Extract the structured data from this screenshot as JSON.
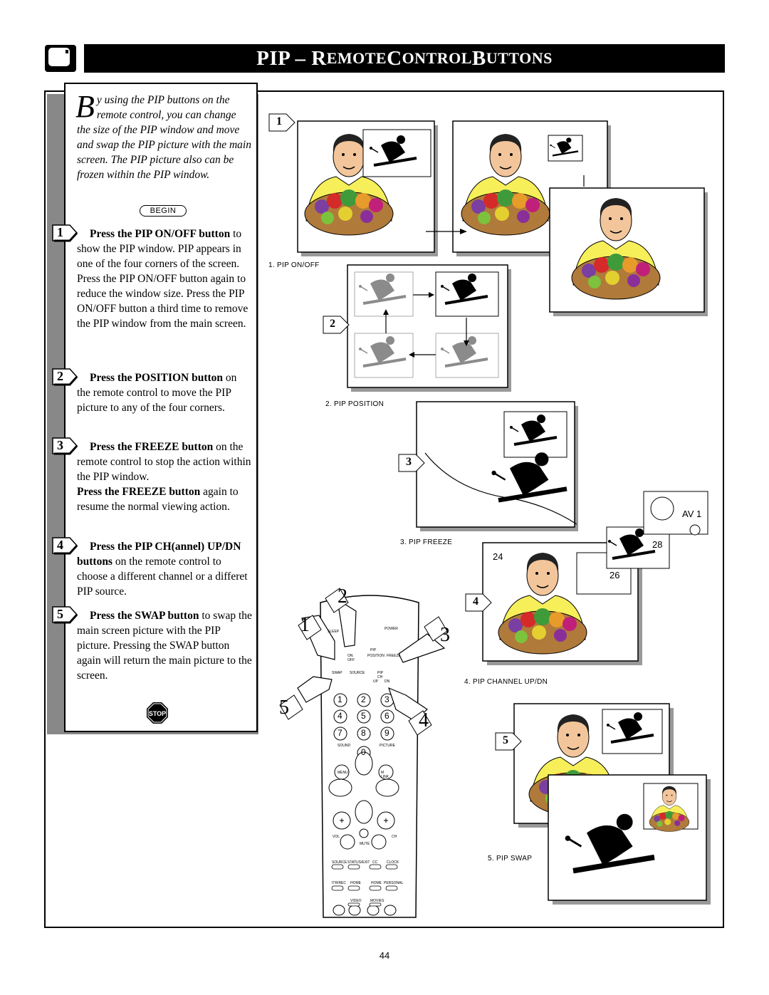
{
  "header": {
    "title_part1": "PIP – R",
    "title_part2": "EMOTE ",
    "title_part3": "C",
    "title_part4": "ONTROL ",
    "title_part5": "B",
    "title_part6": "UTTONS"
  },
  "intro": {
    "dropcap": "B",
    "text": "y using the PIP buttons on the remote control, you can change the size of the PIP window and move and swap the PIP picture with the main screen. The PIP picture also can be frozen within the PIP window.",
    "begin": "BEGIN"
  },
  "steps": [
    {
      "num": "1",
      "bold": "Press the PIP ON/OFF button",
      "text": " to show the PIP window. PIP appears in one of the four corners of the screen. Press the PIP ON/OFF button again to reduce the window size. Press the PIP ON/OFF button a third time to remove the PIP window from the main screen."
    },
    {
      "num": "2",
      "bold": "Press the POSITION button",
      "text": " on the remote control to move the PIP picture to any of the four corners."
    },
    {
      "num": "3",
      "bold": "Press the FREEZE button",
      "text": " on the remote control to stop the action within the PIP window.",
      "bold2": "Press the FREEZE button",
      "text2": " again to resume the normal viewing action."
    },
    {
      "num": "4",
      "bold": "Press the PIP CH(annel) UP/DN buttons",
      "text": " on the remote control to choose a different channel or a differet PIP source."
    },
    {
      "num": "5",
      "bold": "Press the SWAP button",
      "text": " to swap the main screen picture with the PIP picture.  Pressing the SWAP button again will return the main picture to the screen."
    }
  ],
  "captions": {
    "c1": "1. PIP ON/OFF",
    "c2": "2. PIP POSITION",
    "c3": "3. PIP FREEZE",
    "c4": "4. PIP CHANNEL UP/DN",
    "c5": "5. PIP SWAP"
  },
  "illustration_numbers": {
    "n1": "1",
    "n2": "2",
    "n3": "3",
    "n4": "4",
    "n5": "5",
    "ch24": "24",
    "ch26": "26",
    "ch28": "28",
    "av1": "AV 1"
  },
  "remote": {
    "callouts": [
      "1",
      "2",
      "3",
      "4",
      "5"
    ],
    "labels": {
      "sleep": "SLEEP",
      "power": "POWER",
      "pip": "PIP",
      "onoff": "ON OFF",
      "position": "POSITION",
      "freeze": "FREEZE",
      "swap": "SWAP",
      "source": "SOURCE",
      "pipch": "PIP CH",
      "up": "UP",
      "dn": "DN",
      "sound": "SOUND",
      "picture": "PICTURE",
      "menu": "MENU",
      "mlink": "M LINK",
      "vol": "VOL",
      "ch": "CH",
      "mute": "MUTE",
      "source2": "SOURCE",
      "statusexit": "STATUS/EXIT",
      "cc": "CC",
      "clock": "CLOCK",
      "itrrec": "ITR/REC",
      "home1": "HOME",
      "home2": "HOME",
      "personal": "PERSONAL",
      "video": "VIDEO",
      "movies": "MOVIES"
    },
    "digits": [
      "1",
      "2",
      "3",
      "4",
      "5",
      "6",
      "7",
      "8",
      "9",
      "0"
    ]
  },
  "stop": "STOP",
  "page_number": "44"
}
